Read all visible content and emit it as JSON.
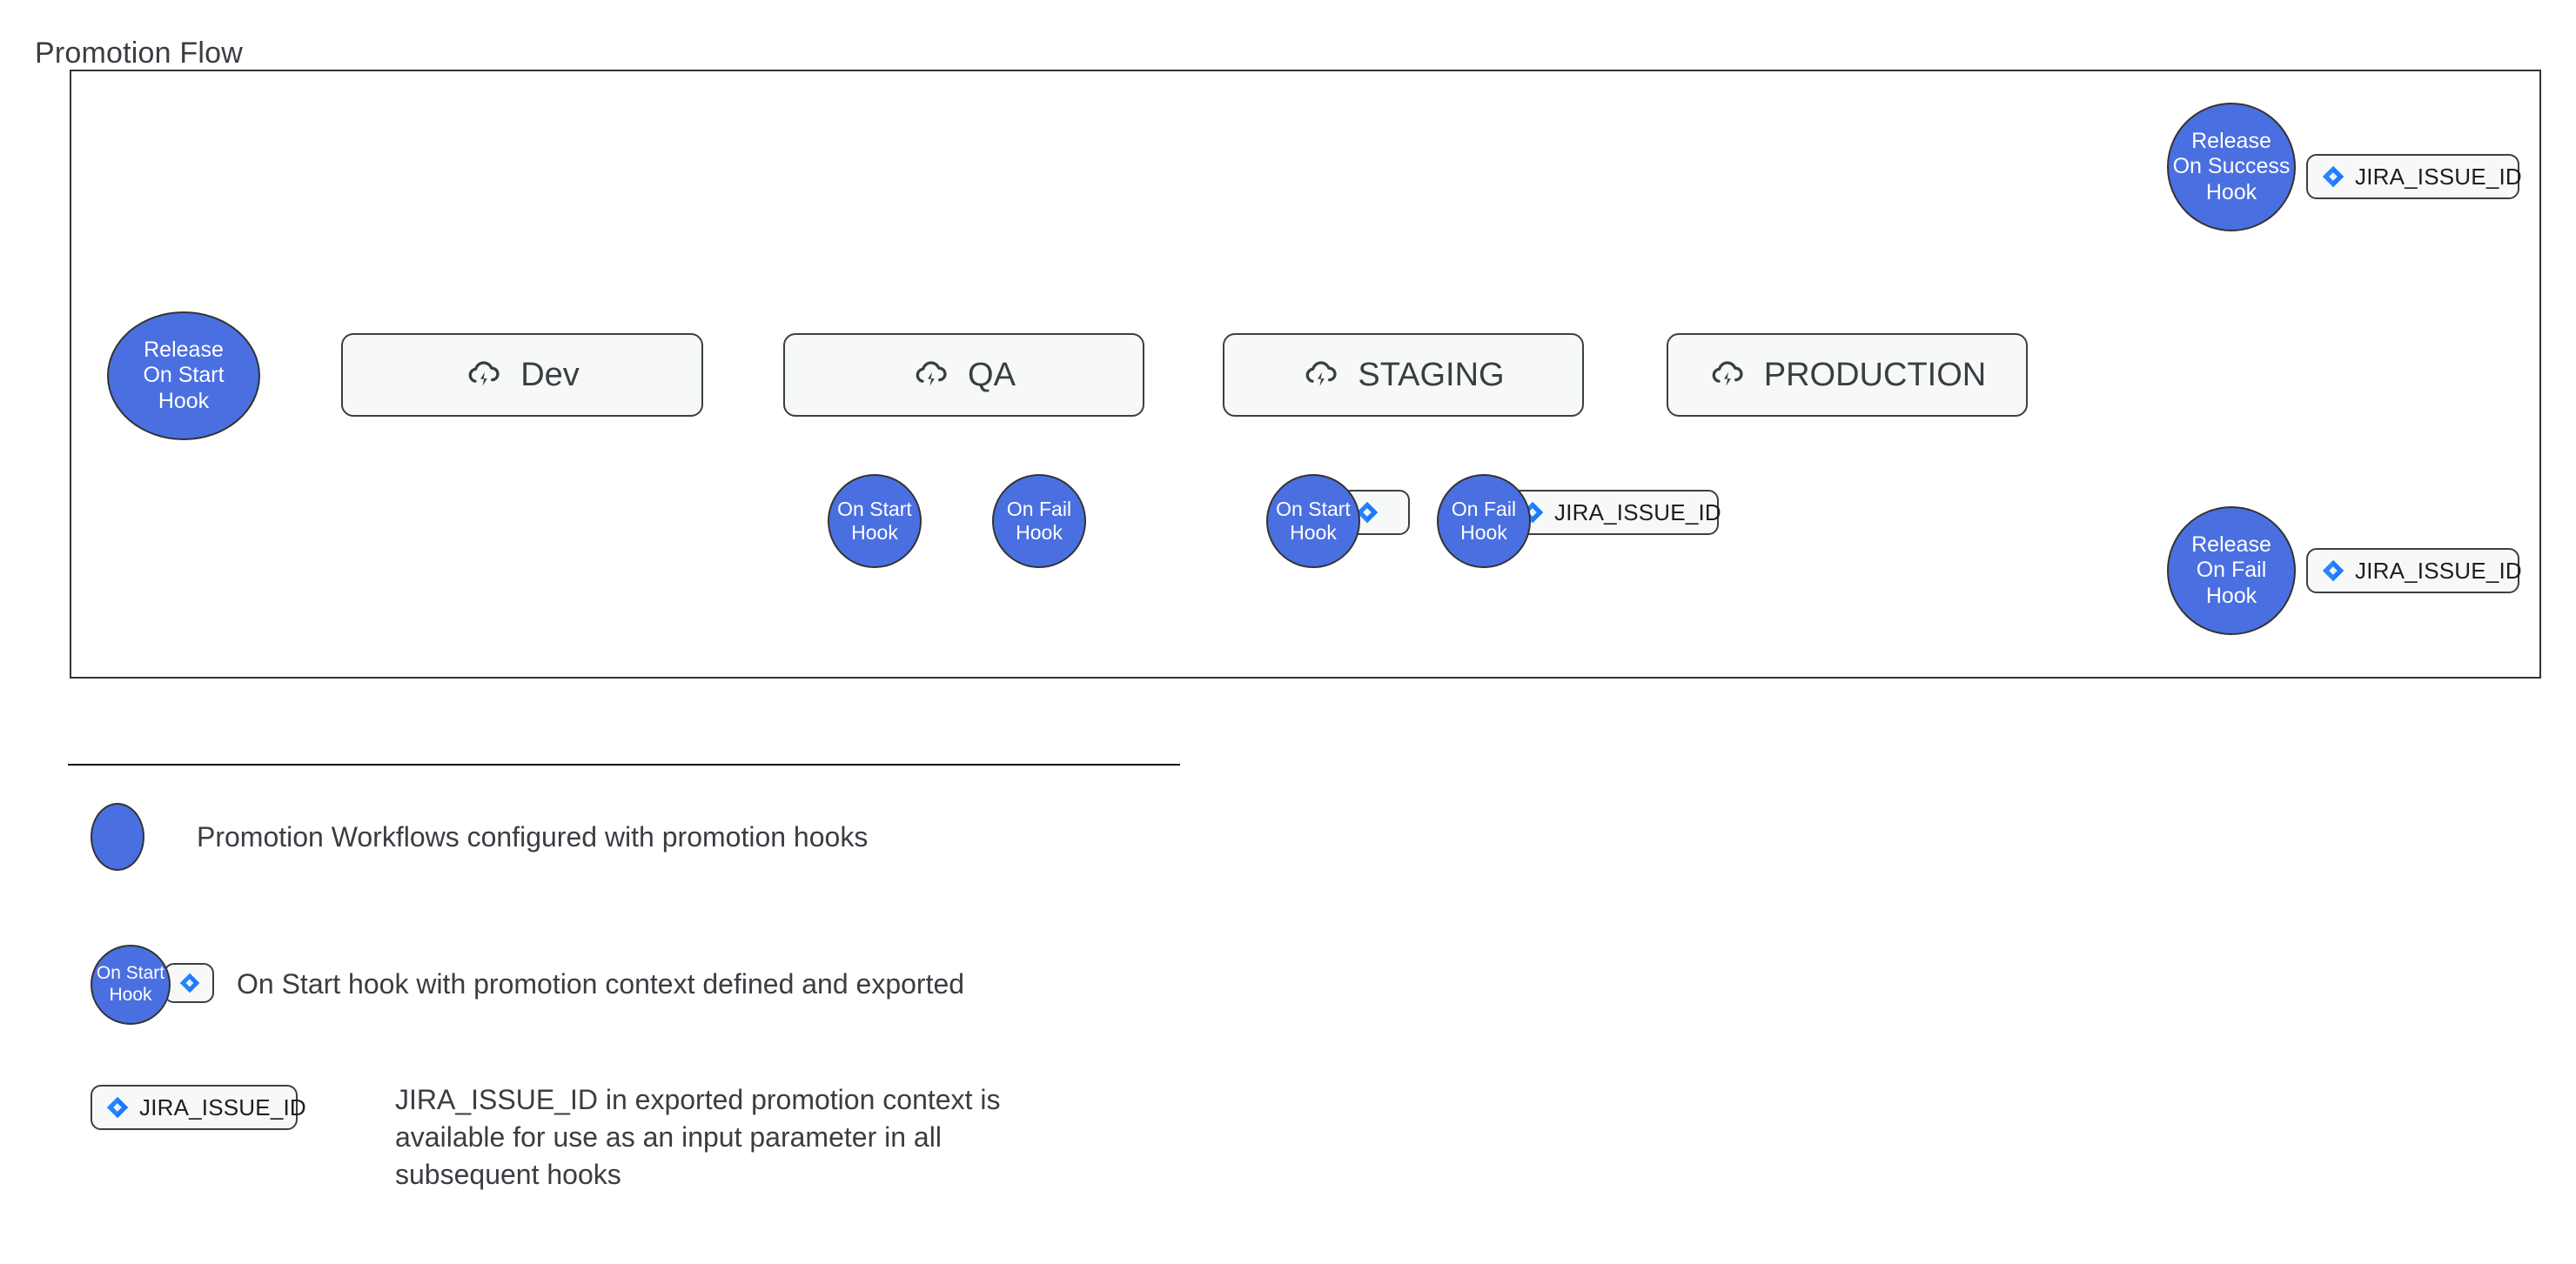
{
  "diagram": {
    "title": "Promotion Flow",
    "accent_blue": "#4a6fe0",
    "jira_blue": "#2684ff",
    "stage_fill": "#f7f9f8",
    "stroke": "#333333"
  },
  "stages": [
    {
      "label": "Dev",
      "icon": "cloud-lightning-icon"
    },
    {
      "label": "QA",
      "icon": "cloud-lightning-icon"
    },
    {
      "label": "STAGING",
      "icon": "cloud-lightning-icon"
    },
    {
      "label": "PRODUCTION",
      "icon": "cloud-lightning-icon"
    }
  ],
  "hooks": {
    "release_start": {
      "line1": "Release",
      "line2": "On Start",
      "line3": "Hook"
    },
    "qa_start": {
      "line1": "On Start",
      "line2": "Hook"
    },
    "qa_fail": {
      "line1": "On Fail",
      "line2": "Hook"
    },
    "staging_start": {
      "line1": "On Start",
      "line2": "Hook"
    },
    "staging_fail": {
      "line1": "On Fail",
      "line2": "Hook"
    },
    "release_success": {
      "line1": "Release",
      "line2": "On Success",
      "line3": "Hook"
    },
    "release_fail": {
      "line1": "Release",
      "line2": "On Fail",
      "line3": "Hook"
    }
  },
  "pills": {
    "jira_issue_id": "JIRA_ISSUE_ID",
    "empty": ""
  },
  "legend": {
    "items": [
      {
        "swatch": "blue-ellipse",
        "text": "Promotion Workflows configured with promotion hooks"
      },
      {
        "swatch": "hook-with-jira-pill",
        "hook_line1": "On Start",
        "hook_line2": "Hook",
        "text": "On Start hook with promotion context defined and exported"
      },
      {
        "swatch": "jira-pill",
        "pill_text": "JIRA_ISSUE_ID",
        "text": "JIRA_ISSUE_ID in exported promotion context is\navailable for use as an input parameter in all\nsubsequent hooks"
      }
    ]
  }
}
